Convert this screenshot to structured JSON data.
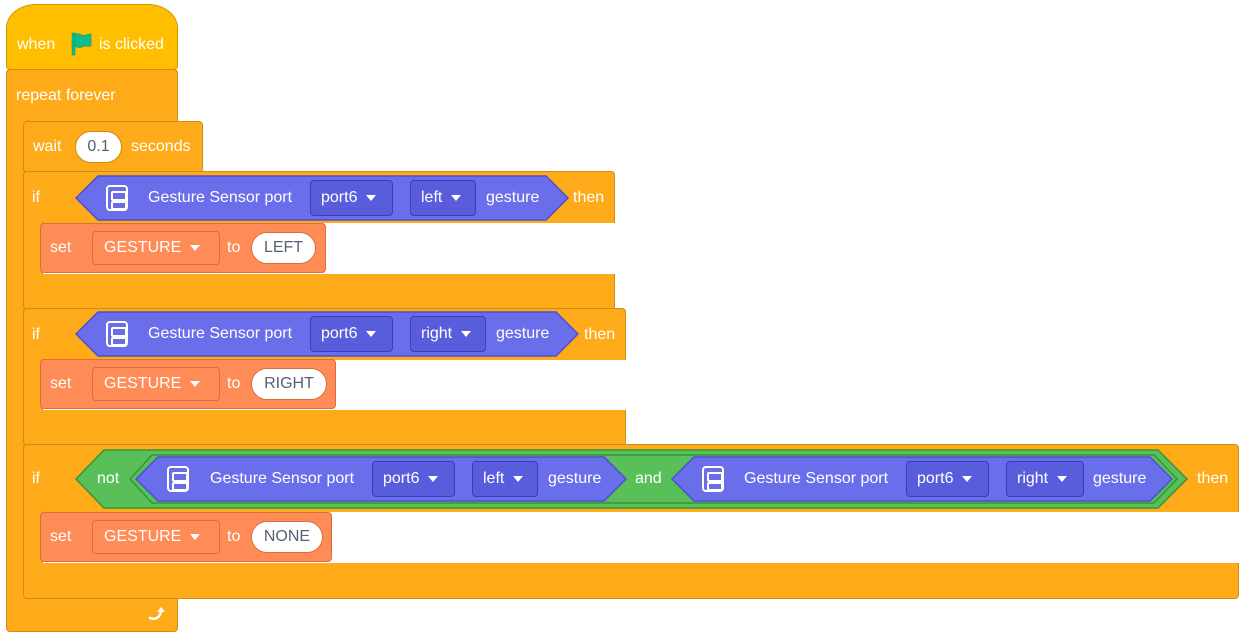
{
  "hat": {
    "when": "when",
    "is_clicked": "is clicked",
    "flag_icon": "green-flag-icon",
    "flag_color": "#0FBD8C"
  },
  "repeat": {
    "label": "repeat forever",
    "loop_icon": "loop-arrow-icon"
  },
  "wait": {
    "label": "wait",
    "value": "0.1",
    "unit": "seconds"
  },
  "sensor": {
    "label": "Gesture Sensor port",
    "port": "port6",
    "gesture_word": "gesture",
    "icon": "gesture-sensor-icon"
  },
  "if_word": "if",
  "then_word": "then",
  "if1": {
    "direction": "left",
    "set": "set",
    "variable": "GESTURE",
    "to": "to",
    "value": "LEFT"
  },
  "if2": {
    "direction": "right",
    "set": "set",
    "variable": "GESTURE",
    "to": "to",
    "value": "RIGHT"
  },
  "if3": {
    "not": "not",
    "and": "and",
    "direction_a": "left",
    "direction_b": "right",
    "set": "set",
    "variable": "GESTURE",
    "to": "to",
    "value": "NONE"
  },
  "colors": {
    "control": "#FFAB19",
    "events": "#FFBF00",
    "variables": "#FF8C57",
    "operators": "#59C059",
    "sensor": "#6B6EEA"
  }
}
